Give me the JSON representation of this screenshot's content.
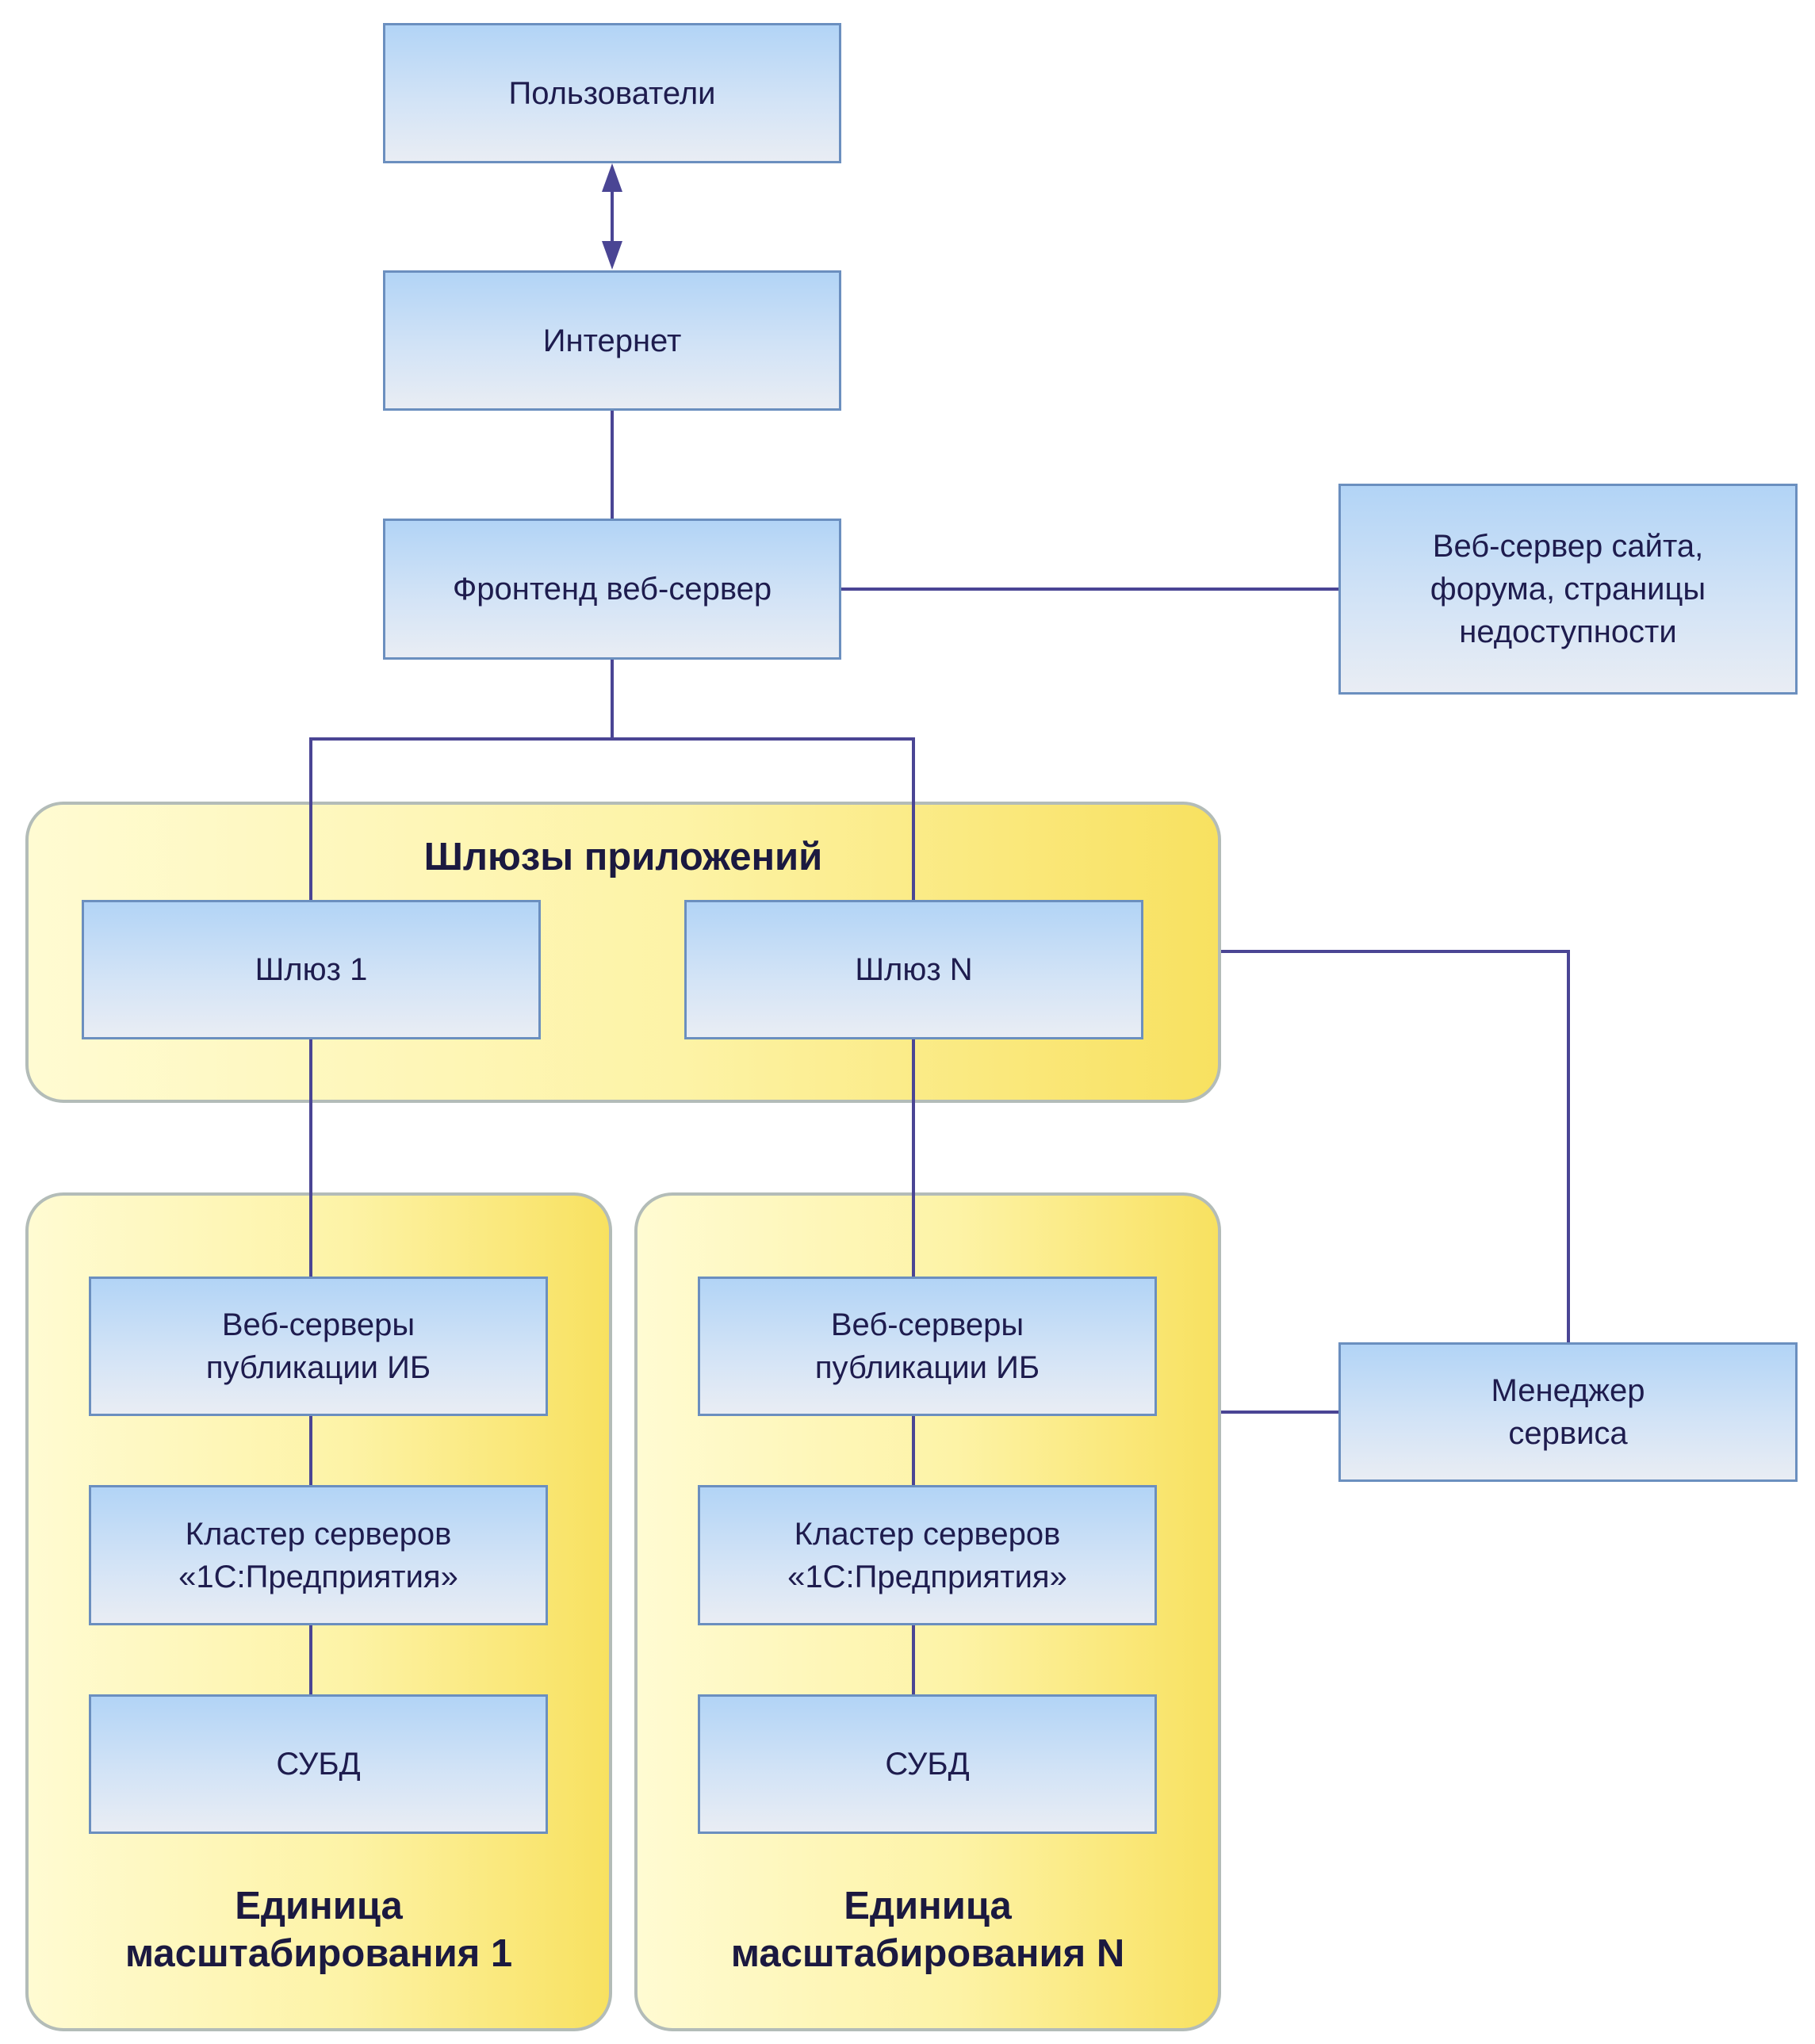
{
  "colors": {
    "node_fill_top": "#b2d4f6",
    "node_fill_bottom": "#e9edf4",
    "node_border": "#6b8fbf",
    "group_fill_left": "#fffbd2",
    "group_fill_right": "#f8e160",
    "group_border": "#b3bcb8",
    "connector": "#4a4594",
    "text": "#1e1c4e"
  },
  "nodes": {
    "users": "Пользователи",
    "internet": "Интернет",
    "frontend": "Фронтенд веб-сервер",
    "site_server": "Веб-сервер сайта,\nфорума, страницы\nнедоступности",
    "gateway_1": "Шлюз 1",
    "gateway_n": "Шлюз N",
    "service_manager": "Менеджер\nсервиса",
    "unit1_web": "Веб-серверы\nпубликации ИБ",
    "unit1_cluster": "Кластер серверов\n«1С:Предприятия»",
    "unit1_dbms": "СУБД",
    "unitn_web": "Веб-серверы\nпубликации ИБ",
    "unitn_cluster": "Кластер серверов\n«1С:Предприятия»",
    "unitn_dbms": "СУБД"
  },
  "groups": {
    "gateways": "Шлюзы приложений",
    "scale_unit_1": "Единица\nмасштабирования 1",
    "scale_unit_n": "Единица\nмасштабирования N"
  },
  "edges": [
    {
      "from": "users",
      "to": "internet",
      "type": "bidirectional-arrow"
    },
    {
      "from": "internet",
      "to": "frontend",
      "type": "line"
    },
    {
      "from": "frontend",
      "to": "site_server",
      "type": "line"
    },
    {
      "from": "frontend",
      "to": "gateway_1",
      "type": "line"
    },
    {
      "from": "frontend",
      "to": "gateway_n",
      "type": "line"
    },
    {
      "from": "gateway_1",
      "to": "unit1_web",
      "type": "line"
    },
    {
      "from": "gateway_n",
      "to": "unitn_web",
      "type": "line"
    },
    {
      "from": "unit1_web",
      "to": "unit1_cluster",
      "type": "line"
    },
    {
      "from": "unit1_cluster",
      "to": "unit1_dbms",
      "type": "line"
    },
    {
      "from": "unitn_web",
      "to": "unitn_cluster",
      "type": "line"
    },
    {
      "from": "unitn_cluster",
      "to": "unitn_dbms",
      "type": "line"
    },
    {
      "from": "gateways",
      "to": "service_manager",
      "type": "line"
    },
    {
      "from": "scale_unit_n",
      "to": "service_manager",
      "type": "line"
    }
  ]
}
